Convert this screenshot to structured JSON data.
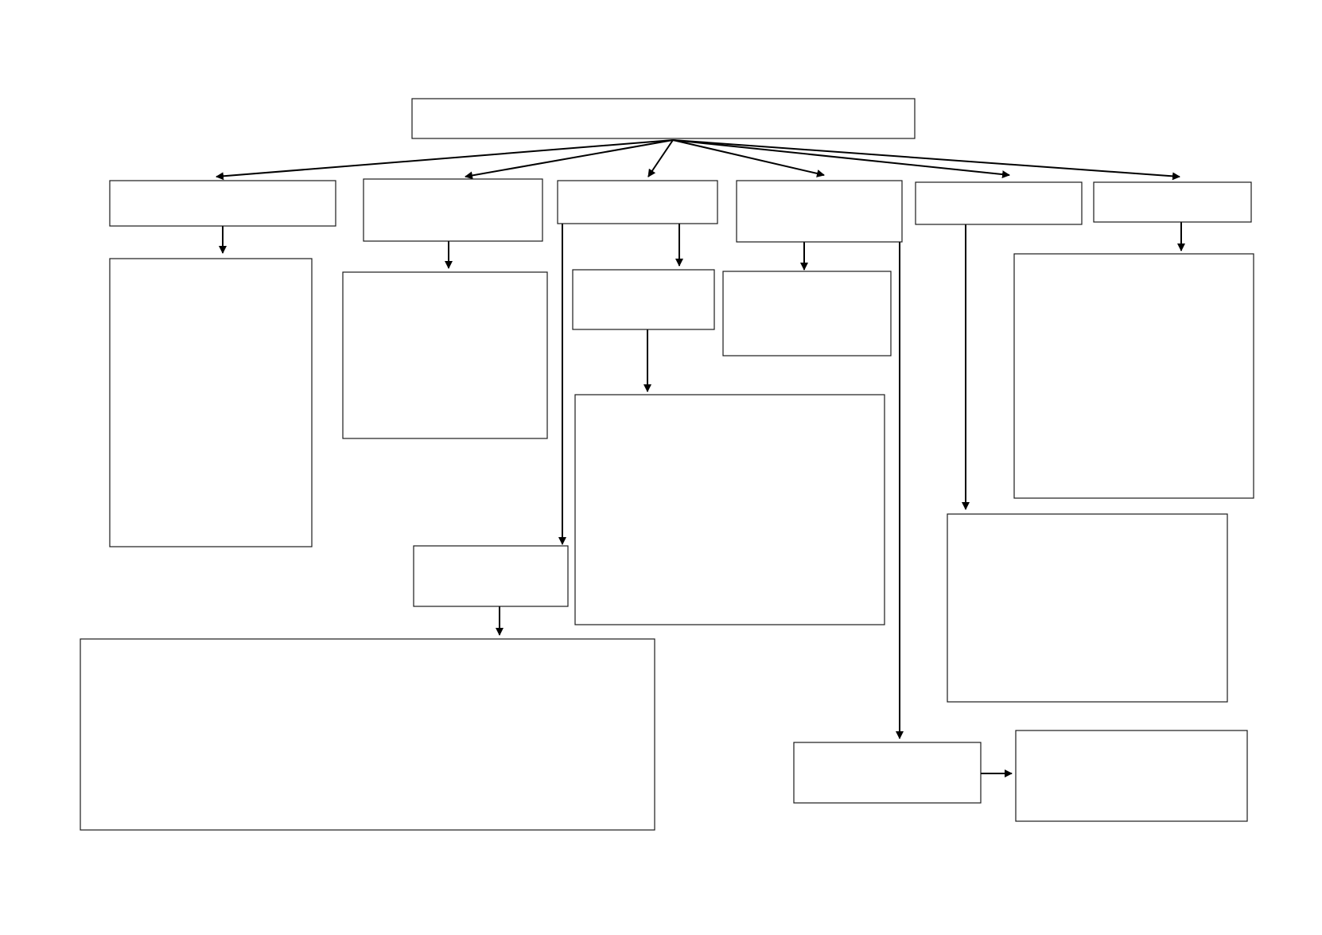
{
  "diagram": {
    "type": "flowchart",
    "colors": {
      "box_stroke": "#1a1a1a",
      "box_fill": "#ffffff",
      "arrow": "#000000",
      "background": "#ffffff"
    },
    "nodes": [
      {
        "id": "root",
        "label": ""
      },
      {
        "id": "level1-1",
        "label": ""
      },
      {
        "id": "level1-2",
        "label": ""
      },
      {
        "id": "level1-3",
        "label": ""
      },
      {
        "id": "level1-4",
        "label": ""
      },
      {
        "id": "level1-5",
        "label": ""
      },
      {
        "id": "level1-6",
        "label": ""
      },
      {
        "id": "detail-1",
        "label": ""
      },
      {
        "id": "detail-2",
        "label": ""
      },
      {
        "id": "sub-3a",
        "label": ""
      },
      {
        "id": "detail-3a",
        "label": ""
      },
      {
        "id": "detail-4",
        "label": ""
      },
      {
        "id": "detail-6",
        "label": ""
      },
      {
        "id": "sub-3b",
        "label": ""
      },
      {
        "id": "detail-3b",
        "label": ""
      },
      {
        "id": "detail-5",
        "label": ""
      },
      {
        "id": "sub-4b",
        "label": ""
      },
      {
        "id": "detail-4b",
        "label": ""
      }
    ],
    "edges": [
      {
        "from": "root",
        "to": "level1-1"
      },
      {
        "from": "root",
        "to": "level1-2"
      },
      {
        "from": "root",
        "to": "level1-3"
      },
      {
        "from": "root",
        "to": "level1-4"
      },
      {
        "from": "root",
        "to": "level1-5"
      },
      {
        "from": "root",
        "to": "level1-6"
      },
      {
        "from": "level1-1",
        "to": "detail-1"
      },
      {
        "from": "level1-2",
        "to": "detail-2"
      },
      {
        "from": "level1-3",
        "to": "sub-3a"
      },
      {
        "from": "sub-3a",
        "to": "detail-3a"
      },
      {
        "from": "level1-3",
        "to": "sub-3b"
      },
      {
        "from": "sub-3b",
        "to": "detail-3b"
      },
      {
        "from": "level1-4",
        "to": "detail-4"
      },
      {
        "from": "level1-4",
        "to": "sub-4b"
      },
      {
        "from": "sub-4b",
        "to": "detail-4b"
      },
      {
        "from": "level1-5",
        "to": "detail-5"
      },
      {
        "from": "level1-6",
        "to": "detail-6"
      }
    ]
  }
}
